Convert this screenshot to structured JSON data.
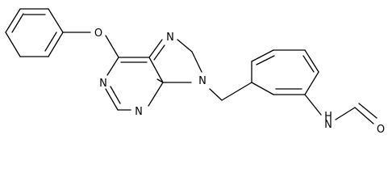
{
  "molecule": {
    "atoms": {
      "o_ether": "O",
      "n_ring_top": "N",
      "n_pyrimidine_left": "N",
      "n_pyrimidine_bottom": "N",
      "n9": "N",
      "n_amide": "N",
      "h_amide": "H",
      "o_carbonyl": "O"
    }
  }
}
